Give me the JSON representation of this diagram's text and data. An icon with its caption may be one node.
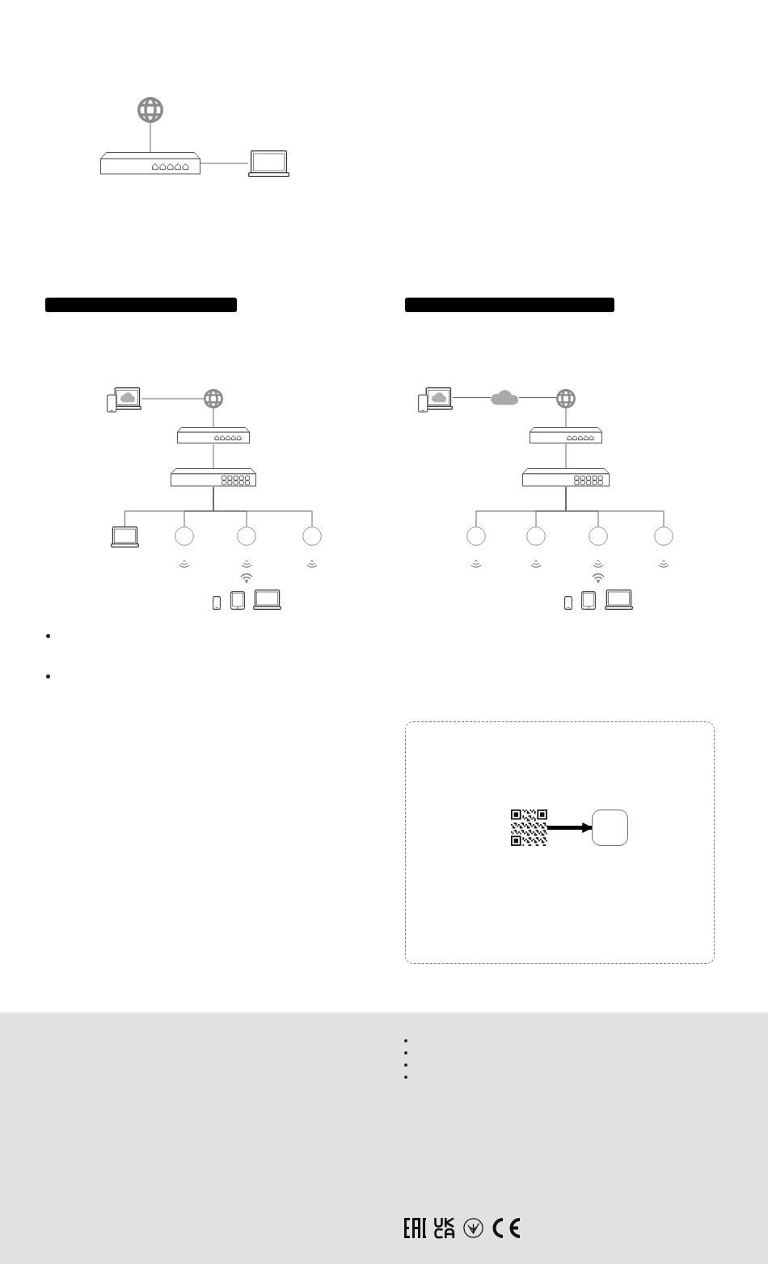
{
  "diagram": {
    "nodes": [
      {
        "text": [],
        "shape": "picture"
      },
      {
        "text": [],
        "shape": "picture"
      },
      {
        "text": [],
        "shape": "picture"
      },
      {
        "text": [],
        "shape": "bar"
      },
      {
        "text": [],
        "shape": "picture"
      },
      {
        "text": [],
        "shape": "picture"
      },
      {
        "text": [],
        "shape": "picture"
      },
      {
        "text": [],
        "shape": "picture"
      },
      {
        "text": [],
        "shape": "picture"
      },
      {
        "text": [],
        "shape": "circle"
      },
      {
        "text": [],
        "shape": "circle"
      },
      {
        "text": [],
        "shape": "circle"
      },
      {
        "text": [],
        "shape": "bar"
      },
      {
        "text": [],
        "shape": "picture"
      },
      {
        "text": [],
        "shape": "cloud"
      },
      {
        "text": [],
        "shape": "picture"
      },
      {
        "text": [],
        "shape": "picture"
      },
      {
        "text": [],
        "shape": "picture"
      },
      {
        "text": [],
        "shape": "circle"
      },
      {
        "text": [],
        "shape": "circle"
      },
      {
        "text": [],
        "shape": "circle"
      },
      {
        "text": [],
        "shape": "circle"
      },
      {
        "text": [],
        "shape": "picture"
      },
      {
        "text": [],
        "shape": "box"
      }
    ],
    "edges": [
      {
        "from": 0,
        "to": 1,
        "arrow": "none"
      },
      {
        "from": 1,
        "to": 2,
        "arrow": "none"
      },
      {
        "from": 4,
        "to": 5,
        "arrow": "none"
      },
      {
        "from": 5,
        "to": 6,
        "arrow": "none"
      },
      {
        "from": 6,
        "to": 7,
        "arrow": "none"
      },
      {
        "from": 7,
        "to": 8,
        "arrow": "none"
      },
      {
        "from": 7,
        "to": 9,
        "arrow": "none"
      },
      {
        "from": 7,
        "to": 10,
        "arrow": "none"
      },
      {
        "from": 7,
        "to": 11,
        "arrow": "none"
      },
      {
        "from": 13,
        "to": 14,
        "arrow": "none"
      },
      {
        "from": 14,
        "to": 15,
        "arrow": "none"
      },
      {
        "from": 15,
        "to": 16,
        "arrow": "none"
      },
      {
        "from": 16,
        "to": 17,
        "arrow": "none"
      },
      {
        "from": 17,
        "to": 18,
        "arrow": "none"
      },
      {
        "from": 17,
        "to": 19,
        "arrow": "none"
      },
      {
        "from": 17,
        "to": 20,
        "arrow": "none"
      },
      {
        "from": 17,
        "to": 21,
        "arrow": "none"
      },
      {
        "from": 22,
        "to": 23,
        "arrow": "to",
        "style": "thick",
        "color": "#000000"
      }
    ]
  }
}
